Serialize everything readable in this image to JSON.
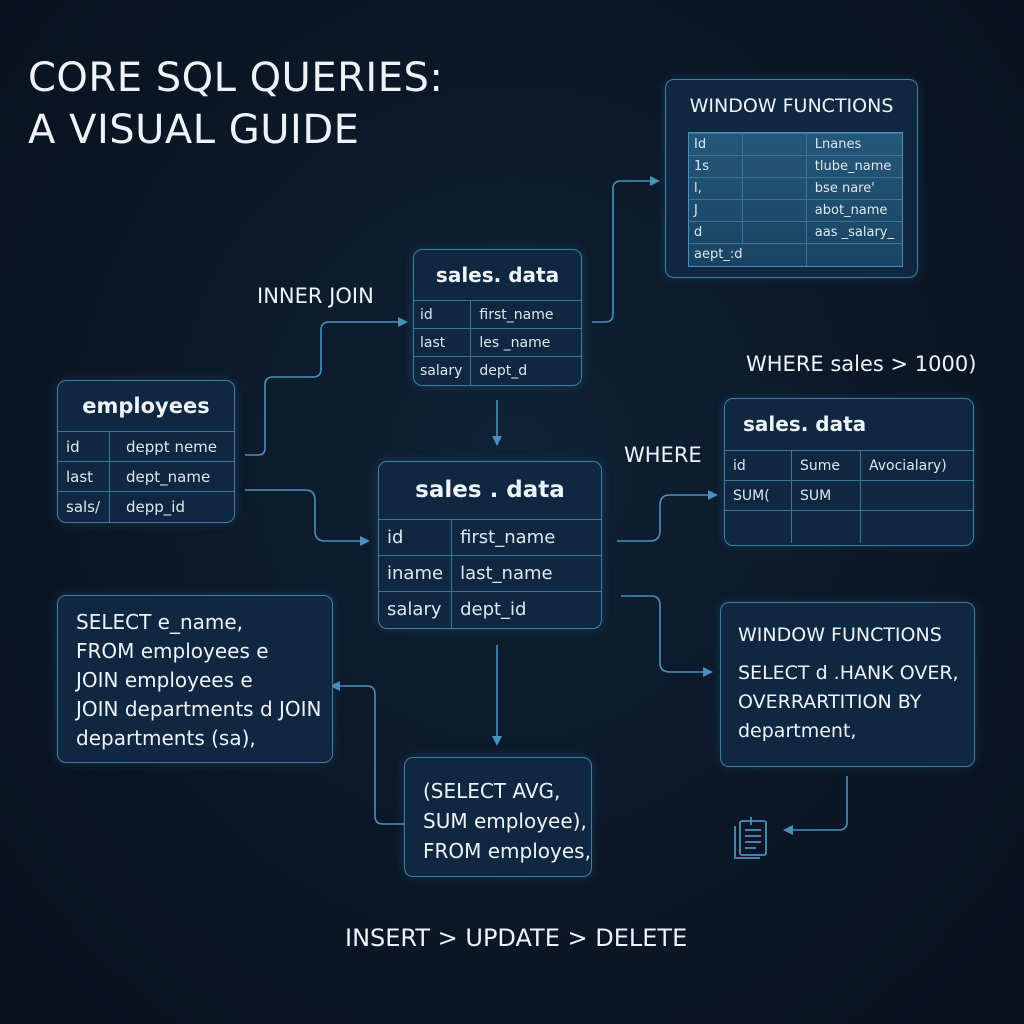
{
  "title": {
    "line1": "CORE SQL QUERIES:",
    "line2": "A VISUAL GUIDE"
  },
  "labels": {
    "inner_join": "INNER JOIN",
    "where_top": "WHERE   sales > 1000)",
    "where_mid": "WHERE",
    "footer": "INSERT >  UPDATE > DELETE"
  },
  "employees": {
    "title": "employees",
    "rows": [
      [
        "id",
        "deppt neme"
      ],
      [
        "last",
        "dept_name"
      ],
      [
        "sals/",
        "depp_id"
      ]
    ]
  },
  "sales_top": {
    "title": "sales. data",
    "rows": [
      [
        "id",
        "first_name"
      ],
      [
        "last",
        "les _name"
      ],
      [
        "salary",
        "dept_d"
      ]
    ]
  },
  "sales_center": {
    "title": "sales . data",
    "rows": [
      [
        "id",
        "first_name"
      ],
      [
        "iname",
        "last_name"
      ],
      [
        "salary",
        "dept_id"
      ]
    ]
  },
  "window_top": {
    "title": "WINDOW FUNCTIONS",
    "rows": [
      [
        "Id",
        "",
        "Lnanes"
      ],
      [
        "1s",
        "",
        "tlube_name"
      ],
      [
        "l,",
        "",
        "bse nare'"
      ],
      [
        "J",
        "",
        "abot_name"
      ],
      [
        "d",
        "",
        "aas _salary_"
      ],
      [
        "aept_:d",
        "",
        ""
      ]
    ]
  },
  "sales_right": {
    "title": "sales. data",
    "rows": [
      [
        "id",
        "Sume",
        "Avocialary)"
      ],
      [
        "SUM(",
        "SUM",
        ""
      ],
      [
        "",
        "",
        ""
      ]
    ]
  },
  "code_join": {
    "lines": [
      "SELECT e_name,",
      "FROM employees e",
      "JOIN employees e",
      "JOIN departments d JOIN",
      "departments (sa),"
    ]
  },
  "code_subquery": {
    "lines": [
      "(SELECT AVG,",
      "SUM employee),",
      "FROM employes,"
    ]
  },
  "code_window": {
    "title": "WINDOW FUNCTIONS",
    "lines": [
      "SELECT d .HANK OVER,",
      "OVERRARTITION BY",
      "department,"
    ]
  },
  "icons": {
    "document": "document-icon"
  },
  "colors": {
    "background": "#0b1727",
    "card": "#0f2740",
    "border": "#3d7ea3",
    "wire": "#4a90bb"
  }
}
